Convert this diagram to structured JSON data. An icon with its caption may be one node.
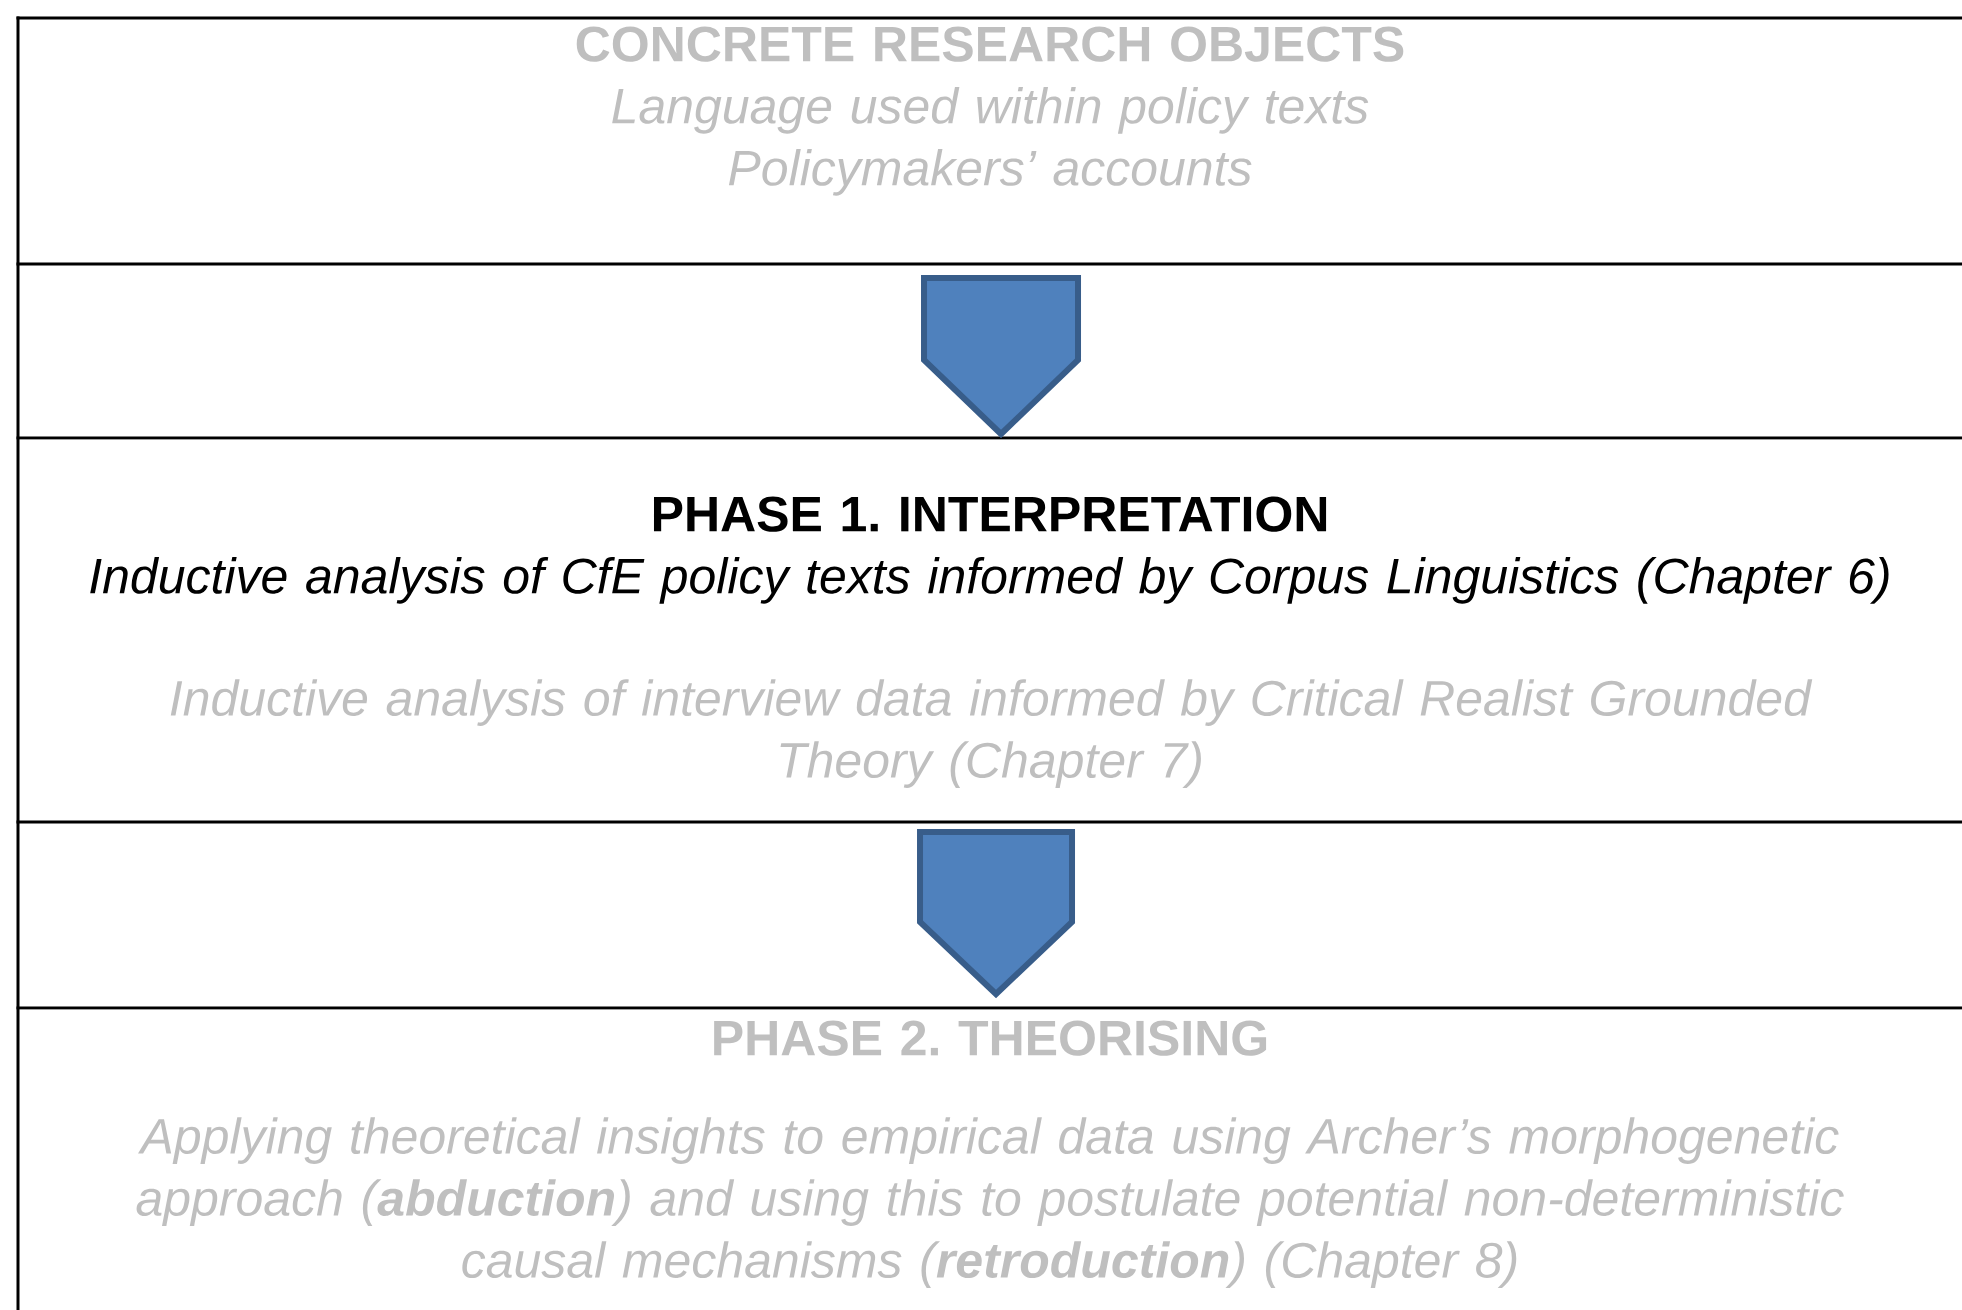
{
  "diagram": {
    "nodes": [
      {
        "text": [
          "CONCRETE RESEARCH OBJECTS",
          "Language used within policy texts",
          "Policymakers’ accounts"
        ]
      },
      {
        "text": [
          "PHASE 1. INTERPRETATION",
          "Inductive analysis of CfE policy texts informed by Corpus Linguistics (Chapter 6)",
          "Inductive analysis of interview data informed by Critical Realist Grounded Theory (Chapter 7)"
        ]
      },
      {
        "text": [
          "PHASE 2. THEORISING",
          "Applying theoretical insights to empirical data using Archer’s morphogenetic approach (**abduction**) and using this to postulate potential non-deterministic causal mechanisms (**retroduction**) (Chapter 8)"
        ]
      }
    ],
    "edges": [
      {
        "from": 0,
        "to": 1,
        "arrow": "to"
      },
      {
        "from": 1,
        "to": 2,
        "arrow": "to"
      }
    ]
  }
}
